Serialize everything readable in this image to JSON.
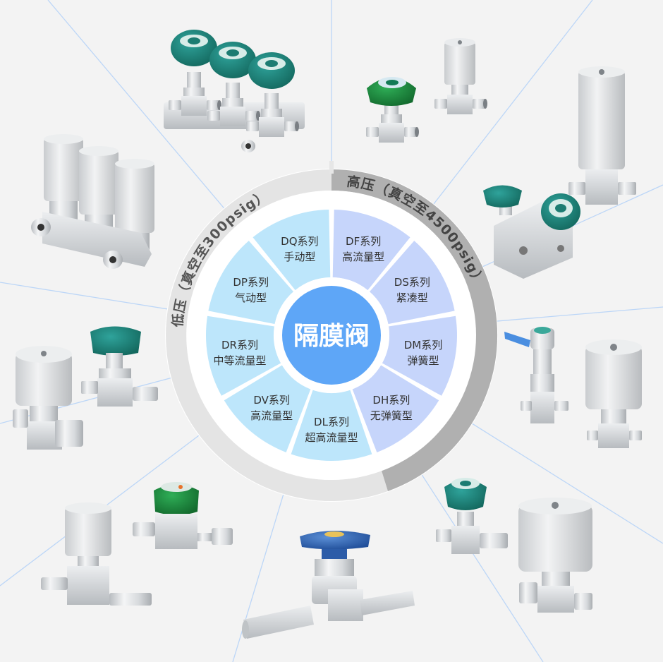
{
  "diagram": {
    "center": {
      "label": "隔膜阀",
      "color": "#5ea6f7"
    },
    "pressure_bands": [
      {
        "id": "low",
        "label": "低压（真空至300psig）",
        "color": "#e4e4e4",
        "text_color": "#555555"
      },
      {
        "id": "high",
        "label": "高压（真空至4500psig）",
        "color": "#b0b0b0",
        "text_color": "#444444"
      }
    ],
    "segments": [
      {
        "series": "DF系列",
        "type": "高流量型",
        "band": "high",
        "color": "#c6d5fb"
      },
      {
        "series": "DS系列",
        "type": "紧凑型",
        "band": "high",
        "color": "#c6d5fb"
      },
      {
        "series": "DM系列",
        "type": "弹簧型",
        "band": "high",
        "color": "#c6d5fb"
      },
      {
        "series": "DH系列",
        "type": "无弹簧型",
        "band": "high",
        "color": "#c6d5fb"
      },
      {
        "series": "DL系列",
        "type": "超高流量型",
        "band": "low",
        "color": "#bde6fb"
      },
      {
        "series": "DV系列",
        "type": "高流量型",
        "band": "low",
        "color": "#bde6fb"
      },
      {
        "series": "DR系列",
        "type": "中等流量型",
        "band": "low",
        "color": "#bde6fb"
      },
      {
        "series": "DP系列",
        "type": "气动型",
        "band": "low",
        "color": "#bde6fb"
      },
      {
        "series": "DQ系列",
        "type": "手动型",
        "band": "low",
        "color": "#bde6fb"
      }
    ],
    "ray_color": "#bcd6f7",
    "products": [
      {
        "name": "manifold-three-green-knob-valves",
        "position": "top"
      },
      {
        "name": "green-knob-and-pneumatic-valves",
        "position": "top-right"
      },
      {
        "name": "tall-pneumatic-and-teal-knob-block-valves",
        "position": "right-upper"
      },
      {
        "name": "blue-lever-and-pneumatic-valves",
        "position": "right"
      },
      {
        "name": "teal-knob-and-pneumatic-valves",
        "position": "bottom-right"
      },
      {
        "name": "blue-handle-weld-valve",
        "position": "bottom"
      },
      {
        "name": "pneumatic-and-green-knob-valves",
        "position": "bottom-left"
      },
      {
        "name": "pneumatic-and-teal-knob-valves",
        "position": "left"
      },
      {
        "name": "manifold-three-pneumatic-valves",
        "position": "left-upper"
      }
    ]
  }
}
